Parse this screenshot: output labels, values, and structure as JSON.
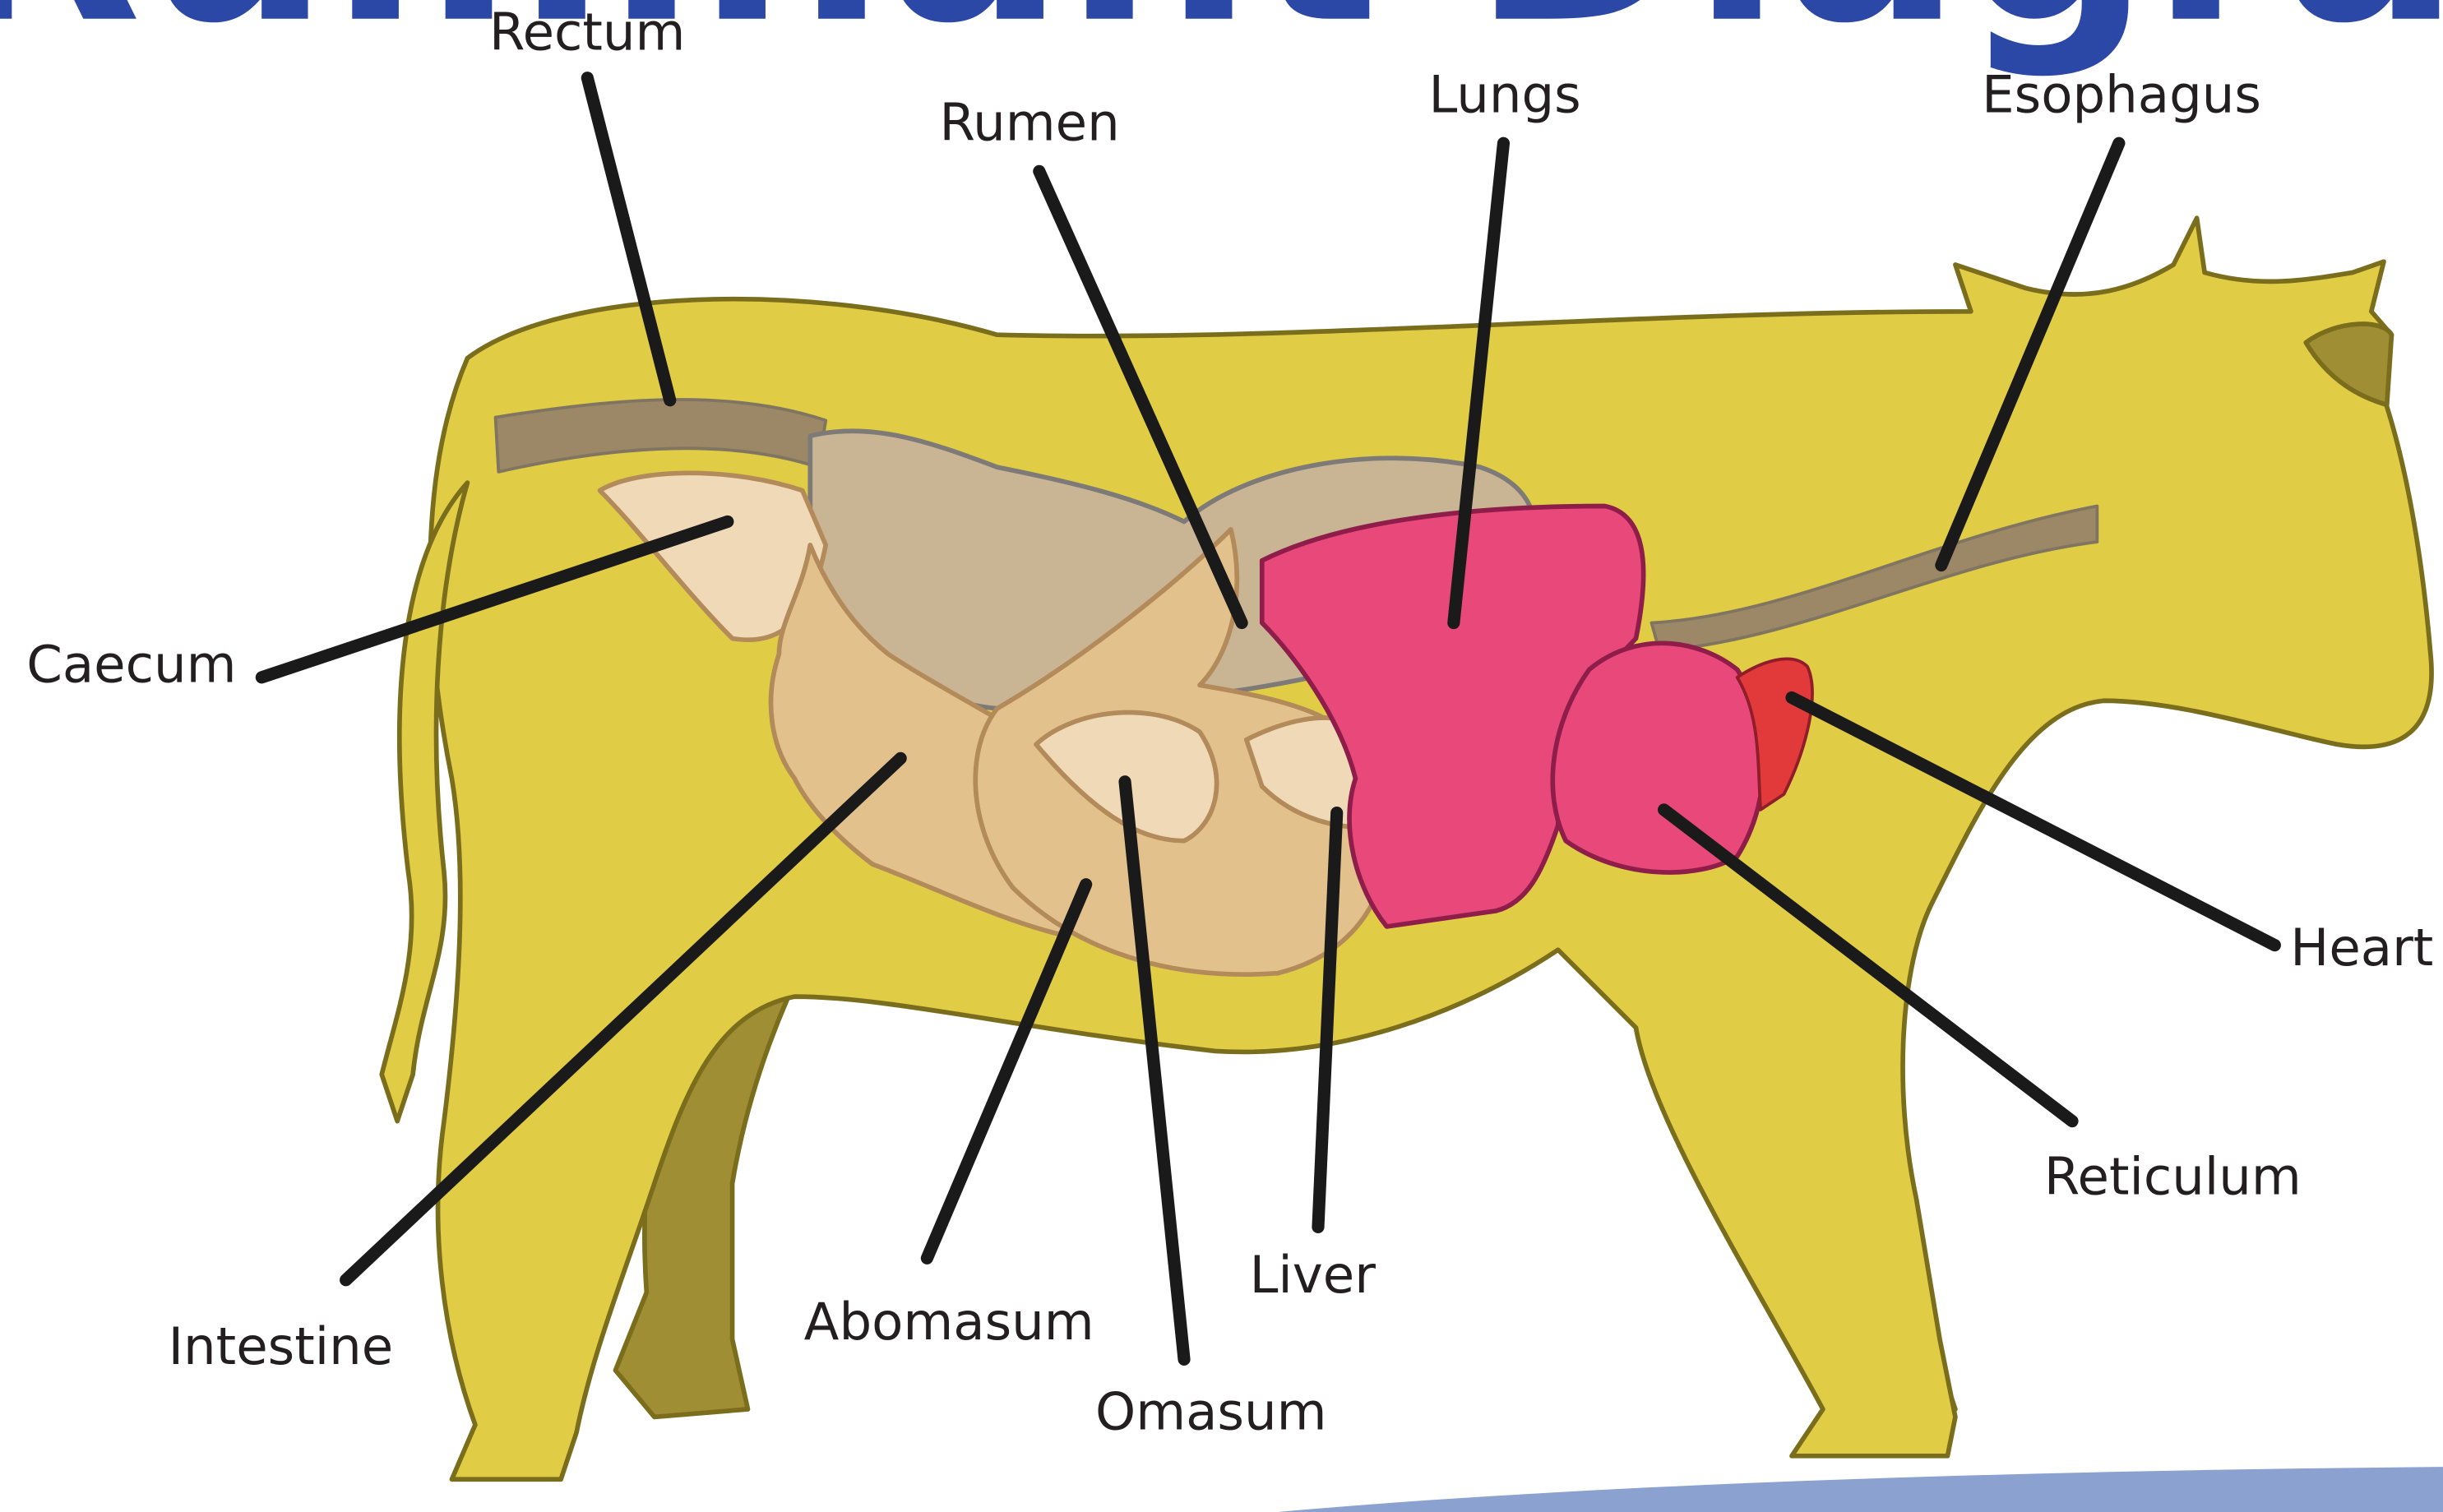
{
  "title": {
    "text": "Ruminant Diagram",
    "color": "#2c48a6"
  },
  "colors": {
    "body_fill": "#e0cc45",
    "body_stroke": "#7a6d1c",
    "far_legs": "#a08e34",
    "digestive_tube": "#9c8866",
    "rumen": "#c9b494",
    "intestine": "#e2c18c",
    "omasum": "#efd9b7",
    "lungs": "#e8497a",
    "heart": "#e23a3a",
    "ground": "#8ba1cf",
    "label_text": "#231f20"
  },
  "labels": {
    "rectum": "Rectum",
    "rumen": "Rumen",
    "lungs": "Lungs",
    "esophagus": "Esophagus",
    "caecum": "Caecum",
    "heart": "Heart",
    "reticulum": "Reticulum",
    "intestine": "Intestine",
    "abomasum": "Abomasum",
    "liver": "Liver",
    "omasum": "Omasum"
  }
}
